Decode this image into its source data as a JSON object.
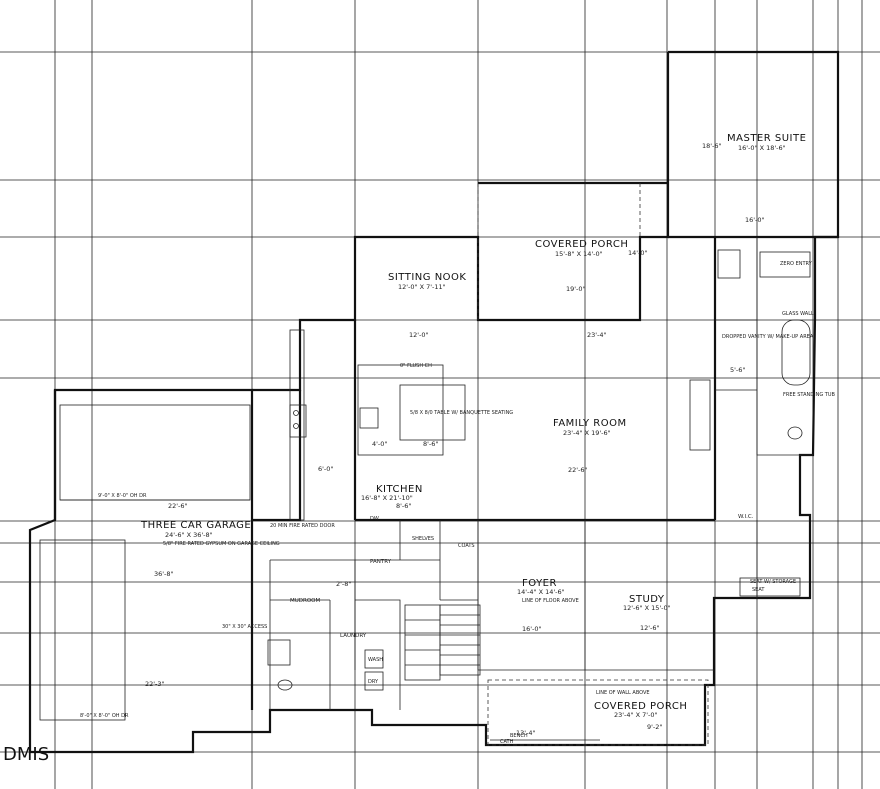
{
  "watermark": "DMIS",
  "rooms": {
    "master_suite": {
      "name": "MASTER SUITE",
      "dims": "16'-0\" X 18'-6\""
    },
    "covered_porch_rear": {
      "name": "COVERED PORCH",
      "dims": "15'-8\" X 14'-0\""
    },
    "sitting_nook": {
      "name": "SITTING NOOK",
      "dims": "12'-0\" X 7'-11\""
    },
    "family_room": {
      "name": "FAMILY ROOM",
      "dims": "23'-4\" X 19'-6\""
    },
    "kitchen": {
      "name": "KITCHEN",
      "dims": "16'-8\" X 21'-10\""
    },
    "three_car_garage": {
      "name": "THREE CAR GARAGE",
      "dims": "24'-6\" X 36'-8\""
    },
    "foyer": {
      "name": "FOYER",
      "dims": "14'-4\" X 14'-6\""
    },
    "study": {
      "name": "STUDY",
      "dims": "12'-6\" X 15'-0\""
    },
    "covered_porch_front": {
      "name": "COVERED PORCH",
      "dims": "23'-4\" X 7'-0\""
    },
    "mudroom": {
      "name": "MUDROOM"
    },
    "laundry": {
      "name": "LAUNDRY"
    },
    "pantry": {
      "name": "PANTRY"
    },
    "wic": {
      "name": "W.I.C."
    }
  },
  "notes": {
    "garage_ceiling": "5/8\" FIRE RATED GYPSUM ON GARAGE CEILING",
    "garage_door_a": "9'-0\" X 8'-0\" OH DR",
    "garage_door_b": "8'-0\" X 8'-0\" OH DR",
    "garage_fire_door": "20 MIN FIRE RATED DOOR",
    "attic_access": "30\" X 30\" ACCESS",
    "line_floor_above": "LINE OF FLOOR ABOVE",
    "line_wall_above": "LINE OF WALL ABOVE",
    "seat_storage": "SEAT W/ STORAGE",
    "island_note": "5/8 X 8/0 TABLE W/ BANQUETTE SEATING",
    "flush_ch": "0\" FLUSH CH",
    "glass_wall": "GLASS WALL",
    "dropped_vanity": "DROPPED VANITY W/ MAKE-UP AREA",
    "free_standing_tub": "FREE STANDING TUB",
    "zero_entry": "ZERO ENTRY",
    "shelves": "SHELVES",
    "coats": "COATS",
    "dw": "DW",
    "wash": "WASH",
    "dry": "DRY",
    "seat": "SEAT",
    "bench": "BENCH",
    "cath": "CATH"
  },
  "dims": {
    "d1": "22'-6\"",
    "d2": "22'-3\"",
    "d3": "36'-8\"",
    "d4": "19'-0\"",
    "d5": "23'-4\"",
    "d6": "22'-6\"",
    "d7": "16'-0\"",
    "d8": "18'-6\"",
    "d9": "12'-0\"",
    "d10": "14'-0\"",
    "d11": "8'-6\"",
    "d12": "12'-6\"",
    "d13": "16'-0\"",
    "d14": "6'-0\"",
    "d15": "4'-0\"",
    "d16": "2'-8\"",
    "d17": "8'-6\"",
    "d18": "13'-4\"",
    "d19": "9'-2\"",
    "d20": "5'-6\""
  }
}
